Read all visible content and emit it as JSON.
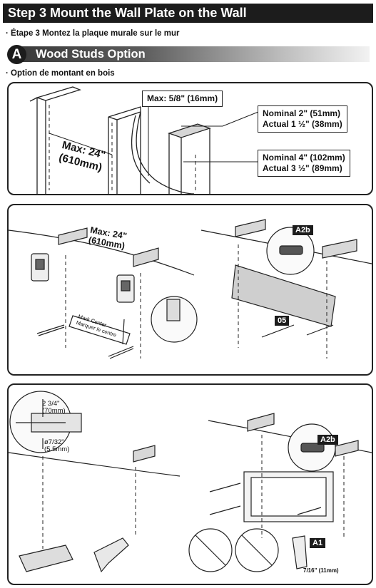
{
  "header": {
    "title": "Step 3 Mount the Wall Plate on the Wall"
  },
  "subtitle_fr": "· Étape 3 Montez la plaque murale sur le mur",
  "option": {
    "letter": "A",
    "title": "Wood Studs Option",
    "title_fr": "· Option de montant en bois"
  },
  "panel1": {
    "max_gap": "Max: 5/8\" (16mm)",
    "spacing_line1": "Max: 24\"",
    "spacing_line2": "(610mm)",
    "nominal2_line1": "Nominal 2\" (51mm)",
    "nominal2_line2": "Actual 1 ½\" (38mm)",
    "nominal4_line1": "Nominal 4\" (102mm)",
    "nominal4_line2": "Actual 3 ½\" (89mm)"
  },
  "panel2": {
    "spacing_line1": "Max: 24\"",
    "spacing_line2": "(610mm)",
    "mark_center_en": "Mark Center",
    "mark_center_fr": "Marquer le centre",
    "part_a2b": "A2b",
    "part_05": "05"
  },
  "panel3": {
    "depth_line1": "2 3/4\"",
    "depth_line2": "(70mm)",
    "drill_line1": "ø7/32\"",
    "drill_line2": "(5.5mm)",
    "part_a2b": "A2b",
    "part_a1": "A1",
    "wrench_size": "7/16\" (11mm)"
  }
}
